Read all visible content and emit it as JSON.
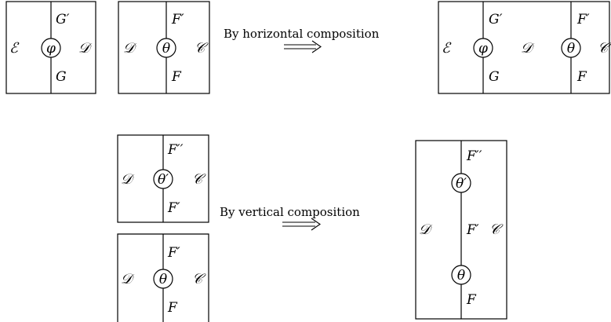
{
  "top_row": {
    "diagram_phi": {
      "node": "φ",
      "left_region": "ℰ",
      "right_region": "𝒟",
      "top_wire": "G′",
      "bottom_wire": "G"
    },
    "diagram_theta": {
      "node": "θ",
      "left_region": "𝒟",
      "right_region": "𝒞",
      "top_wire": "F′",
      "bottom_wire": "F"
    },
    "caption": "By horizontal composition",
    "result": {
      "left_region": "ℰ",
      "middle_region": "𝒟",
      "right_region": "𝒞",
      "node_1": "φ",
      "node_1_top": "G′",
      "node_1_bottom": "G",
      "node_2": "θ",
      "node_2_top": "F′",
      "node_2_bottom": "F"
    }
  },
  "bottom_row": {
    "diagram_theta_prime": {
      "node": "θ′",
      "left_region": "𝒟",
      "right_region": "𝒞",
      "top_wire": "F′′",
      "bottom_wire": "F′"
    },
    "diagram_theta": {
      "node": "θ",
      "left_region": "𝒟",
      "right_region": "𝒞",
      "top_wire": "F′",
      "bottom_wire": "F"
    },
    "caption": "By vertical composition",
    "result": {
      "left_region": "𝒟",
      "right_region": "𝒞",
      "top_node": "θ′",
      "bottom_node": "θ",
      "top_wire": "F′′",
      "middle_wire": "F′",
      "bottom_wire": "F"
    }
  }
}
